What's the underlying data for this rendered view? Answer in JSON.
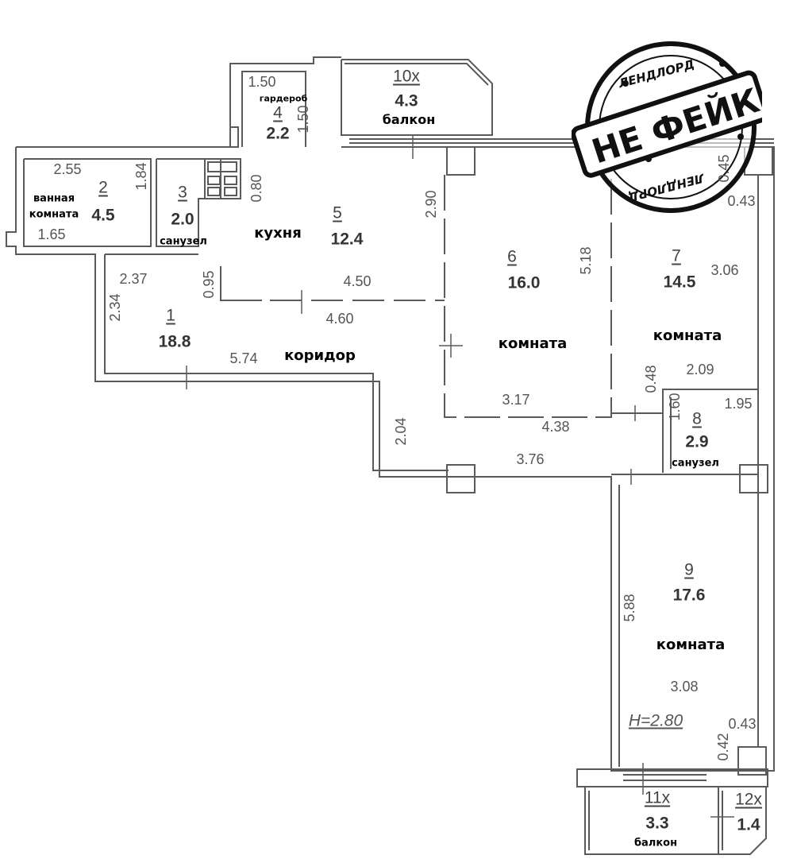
{
  "rooms": {
    "r1": {
      "number": "1",
      "area": "18.8",
      "name": "коридор"
    },
    "r2": {
      "number": "2",
      "area": "4.5",
      "name_line1": "ванная",
      "name_line2": "комната"
    },
    "r3": {
      "number": "3",
      "area": "2.0",
      "name": "санузел"
    },
    "r4": {
      "number": "4",
      "area": "2.2",
      "name": "гардероб"
    },
    "r5": {
      "number": "5",
      "area": "12.4",
      "name": "кухня"
    },
    "r6": {
      "number": "6",
      "area": "16.0",
      "name": "комната"
    },
    "r7": {
      "number": "7",
      "area": "14.5",
      "name": "комната"
    },
    "r8": {
      "number": "8",
      "area": "2.9",
      "name": "санузел"
    },
    "r9": {
      "number": "9",
      "area": "17.6",
      "name": "комната"
    },
    "r10": {
      "number": "10x",
      "area": "4.3",
      "name": "балкон"
    },
    "r11": {
      "number": "11x",
      "area": "3.3",
      "name": "балкон"
    },
    "r12": {
      "number": "12x",
      "area": "1.4"
    }
  },
  "dimensions": {
    "d4_w": "1.50",
    "d4_h": "1.50",
    "d2_w": "2.55",
    "d2_h": "1.84",
    "d2_b": "1.65",
    "d_080": "0.80",
    "d_290": "2.90",
    "d_237": "2.37",
    "d_095": "0.95",
    "d_450": "4.50",
    "d_460": "4.60",
    "d_234": "2.34",
    "d_574": "5.74",
    "d_518": "5.18",
    "d_045": "0.45",
    "d_043a": "0.43",
    "d_306": "3.06",
    "d_209": "2.09",
    "d_048": "0.48",
    "d_195": "1.95",
    "d_160": "1.60",
    "d_317": "3.17",
    "d_438": "4.38",
    "d_204": "2.04",
    "d_376": "3.76",
    "d_588": "5.88",
    "d_308": "3.08",
    "d_043b": "0.43",
    "d_042": "0.42"
  },
  "ceiling_height": "H=2.80",
  "stamp": {
    "top": "ЛЕНДЛОРД",
    "center": "НЕ ФЕЙК",
    "bottom": "ЛЕНДЛОРД"
  },
  "colors": {
    "wall": "#5a5a5a",
    "text": "#333333",
    "stamp": "#111111"
  }
}
